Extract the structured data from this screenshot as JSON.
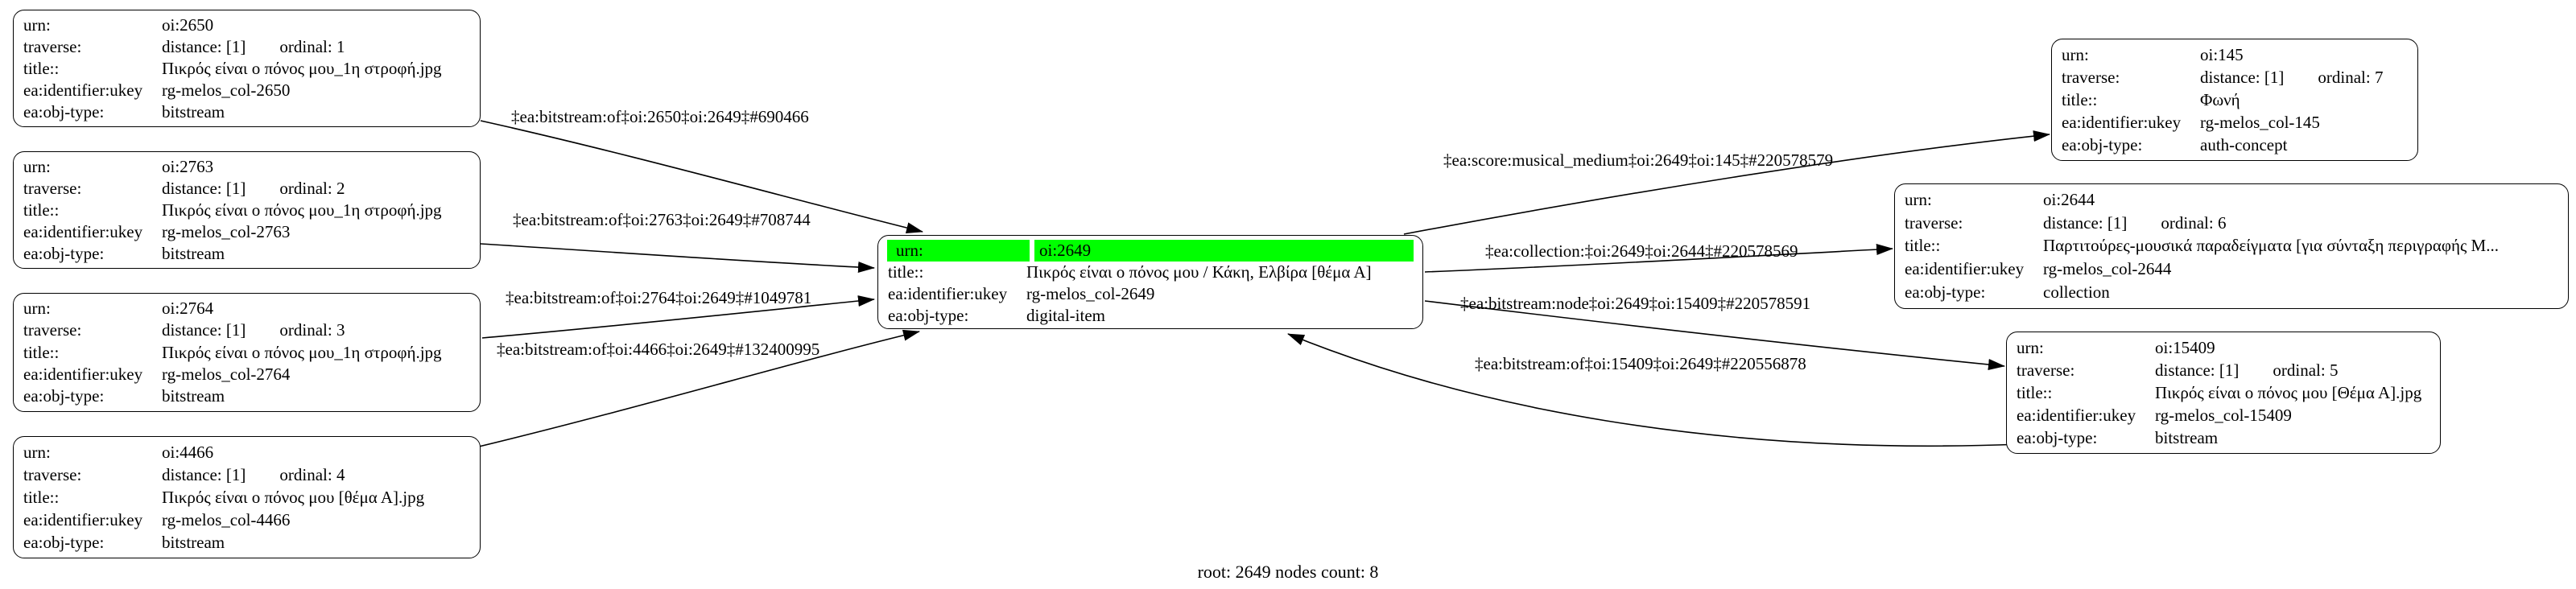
{
  "colors": {
    "highlight": "#00ff00",
    "stroke": "#000000",
    "background": "#ffffff"
  },
  "footer": {
    "text": "root: 2649 nodes count: 8"
  },
  "nodes": [
    {
      "id": "oi:2650",
      "highlight": false,
      "rows": [
        {
          "label": "urn:",
          "value": "oi:2650"
        },
        {
          "label": "traverse:",
          "value": "distance: [1]",
          "value2": "ordinal: 1"
        },
        {
          "label": "title::",
          "value": "Πικρός είναι ο πόνος μου_1η στροφή.jpg"
        },
        {
          "label": "ea:identifier:ukey",
          "value": "rg-melos_col-2650"
        },
        {
          "label": "ea:obj-type:",
          "value": "bitstream"
        }
      ]
    },
    {
      "id": "oi:2763",
      "highlight": false,
      "rows": [
        {
          "label": "urn:",
          "value": "oi:2763"
        },
        {
          "label": "traverse:",
          "value": "distance: [1]",
          "value2": "ordinal: 2"
        },
        {
          "label": "title::",
          "value": "Πικρός είναι ο πόνος μου_1η στροφή.jpg"
        },
        {
          "label": "ea:identifier:ukey",
          "value": "rg-melos_col-2763"
        },
        {
          "label": "ea:obj-type:",
          "value": "bitstream"
        }
      ]
    },
    {
      "id": "oi:2764",
      "highlight": false,
      "rows": [
        {
          "label": "urn:",
          "value": "oi:2764"
        },
        {
          "label": "traverse:",
          "value": "distance: [1]",
          "value2": "ordinal: 3"
        },
        {
          "label": "title::",
          "value": "Πικρός είναι ο πόνος μου_1η στροφή.jpg"
        },
        {
          "label": "ea:identifier:ukey",
          "value": "rg-melos_col-2764"
        },
        {
          "label": "ea:obj-type:",
          "value": "bitstream"
        }
      ]
    },
    {
      "id": "oi:4466",
      "highlight": false,
      "rows": [
        {
          "label": "urn:",
          "value": "oi:4466"
        },
        {
          "label": "traverse:",
          "value": "distance: [1]",
          "value2": "ordinal: 4"
        },
        {
          "label": "title::",
          "value": "Πικρός είναι ο πόνος μου [θέμα Α].jpg"
        },
        {
          "label": "ea:identifier:ukey",
          "value": "rg-melos_col-4466"
        },
        {
          "label": "ea:obj-type:",
          "value": "bitstream"
        }
      ]
    },
    {
      "id": "oi:2649",
      "highlight": true,
      "rows": [
        {
          "label": "urn:",
          "value": "oi:2649"
        },
        {
          "label": "title::",
          "value": "Πικρός είναι ο πόνος μου / Κάκη, Ελβίρα [θέμα Α]"
        },
        {
          "label": "ea:identifier:ukey",
          "value": "rg-melos_col-2649"
        },
        {
          "label": "ea:obj-type:",
          "value": "digital-item"
        }
      ]
    },
    {
      "id": "oi:145",
      "highlight": false,
      "rows": [
        {
          "label": "urn:",
          "value": "oi:145"
        },
        {
          "label": "traverse:",
          "value": "distance: [1]",
          "value2": "ordinal: 7"
        },
        {
          "label": "title::",
          "value": "Φωνή"
        },
        {
          "label": "ea:identifier:ukey",
          "value": "rg-melos_col-145"
        },
        {
          "label": "ea:obj-type:",
          "value": "auth-concept"
        }
      ]
    },
    {
      "id": "oi:2644",
      "highlight": false,
      "rows": [
        {
          "label": "urn:",
          "value": "oi:2644"
        },
        {
          "label": "traverse:",
          "value": "distance: [1]",
          "value2": "ordinal: 6"
        },
        {
          "label": "title::",
          "value": "Παρτιτούρες-μουσικά παραδείγματα [για σύνταξη περιγραφής Μ..."
        },
        {
          "label": "ea:identifier:ukey",
          "value": "rg-melos_col-2644"
        },
        {
          "label": "ea:obj-type:",
          "value": "collection"
        }
      ]
    },
    {
      "id": "oi:15409",
      "highlight": false,
      "rows": [
        {
          "label": "urn:",
          "value": "oi:15409"
        },
        {
          "label": "traverse:",
          "value": "distance: [1]",
          "value2": "ordinal: 5"
        },
        {
          "label": "title::",
          "value": "Πικρός είναι ο πόνος μου [Θέμα Α].jpg"
        },
        {
          "label": "ea:identifier:ukey",
          "value": "rg-melos_col-15409"
        },
        {
          "label": "ea:obj-type:",
          "value": "bitstream"
        }
      ]
    }
  ],
  "edges": [
    {
      "from": "oi:2650",
      "to": "oi:2649",
      "label": "‡ea:bitstream:of‡oi:2650‡oi:2649‡#690466"
    },
    {
      "from": "oi:2763",
      "to": "oi:2649",
      "label": "‡ea:bitstream:of‡oi:2763‡oi:2649‡#708744"
    },
    {
      "from": "oi:2764",
      "to": "oi:2649",
      "label": "‡ea:bitstream:of‡oi:2764‡oi:2649‡#1049781"
    },
    {
      "from": "oi:4466",
      "to": "oi:2649",
      "label": "‡ea:bitstream:of‡oi:4466‡oi:2649‡#132400995"
    },
    {
      "from": "oi:2649",
      "to": "oi:145",
      "label": "‡ea:score:musical_medium‡oi:2649‡oi:145‡#220578579"
    },
    {
      "from": "oi:2649",
      "to": "oi:2644",
      "label": "‡ea:collection:‡oi:2649‡oi:2644‡#220578569"
    },
    {
      "from": "oi:2649",
      "to": "oi:15409",
      "label": "‡ea:bitstream:node‡oi:2649‡oi:15409‡#220578591"
    },
    {
      "from": "oi:15409",
      "to": "oi:2649",
      "label": "‡ea:bitstream:of‡oi:15409‡oi:2649‡#220556878"
    }
  ]
}
